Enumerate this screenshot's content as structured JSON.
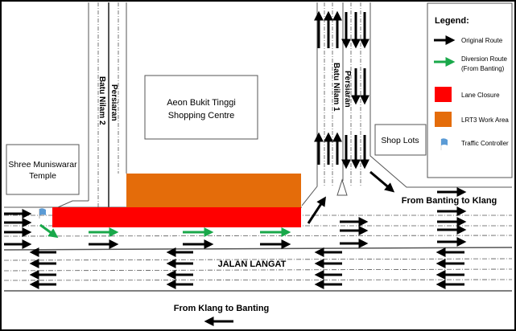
{
  "places": {
    "aeon_line1": "Aeon Bukit Tinggi",
    "aeon_line2": "Shopping Centre",
    "temple_line1": "Shree Muniswarar",
    "temple_line2": "Temple",
    "shop_lots": "Shop Lots"
  },
  "roads": {
    "bn2_line1": "Persiaran",
    "bn2_line2": "Batu Nilam 2",
    "bn1_line1": "Persiaran",
    "bn1_line2": "Batu Nilam 1",
    "main": "JALAN LANGAT"
  },
  "directions": {
    "eastbound": "From Banting to Klang",
    "westbound": "From Klang to Banting"
  },
  "legend": {
    "title": "Legend:",
    "items": [
      {
        "label": "Original Route",
        "icon": "black-arrow-icon"
      },
      {
        "label": "Diversion Route",
        "label2": "(From Banting)",
        "icon": "green-arrow-icon"
      },
      {
        "label": "Lane Closure",
        "icon": "red-square"
      },
      {
        "label": "LRT3 Work Area",
        "icon": "orange-square"
      },
      {
        "label": "Traffic Controller",
        "icon": "flag-icon"
      }
    ]
  },
  "colors": {
    "lane_closure": "#ff0000",
    "work_area": "#e46c0a",
    "diversion": "#19a84a",
    "flag": "#5b9bd5"
  }
}
